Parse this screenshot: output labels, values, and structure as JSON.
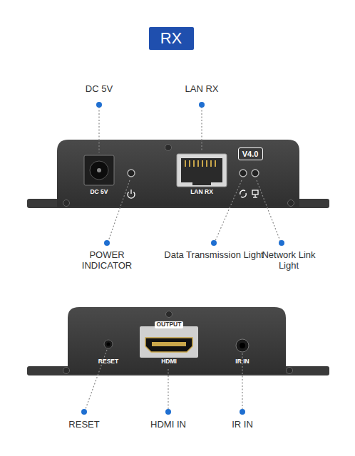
{
  "diagram": {
    "nodes": [
      {
        "text": [
          "RX"
        ]
      },
      {
        "text": [
          "V4.0"
        ]
      }
    ],
    "labels": [
      "DC 5V",
      "LAN RX",
      "DC 5V",
      "LAN RX",
      "POWER INDICATOR",
      "Data Transmission Light",
      "Network Link Light",
      "OUTPUT",
      "HDMI",
      "RESET",
      "IR IN",
      "RESET",
      "HDMI IN",
      "IR IN"
    ]
  }
}
